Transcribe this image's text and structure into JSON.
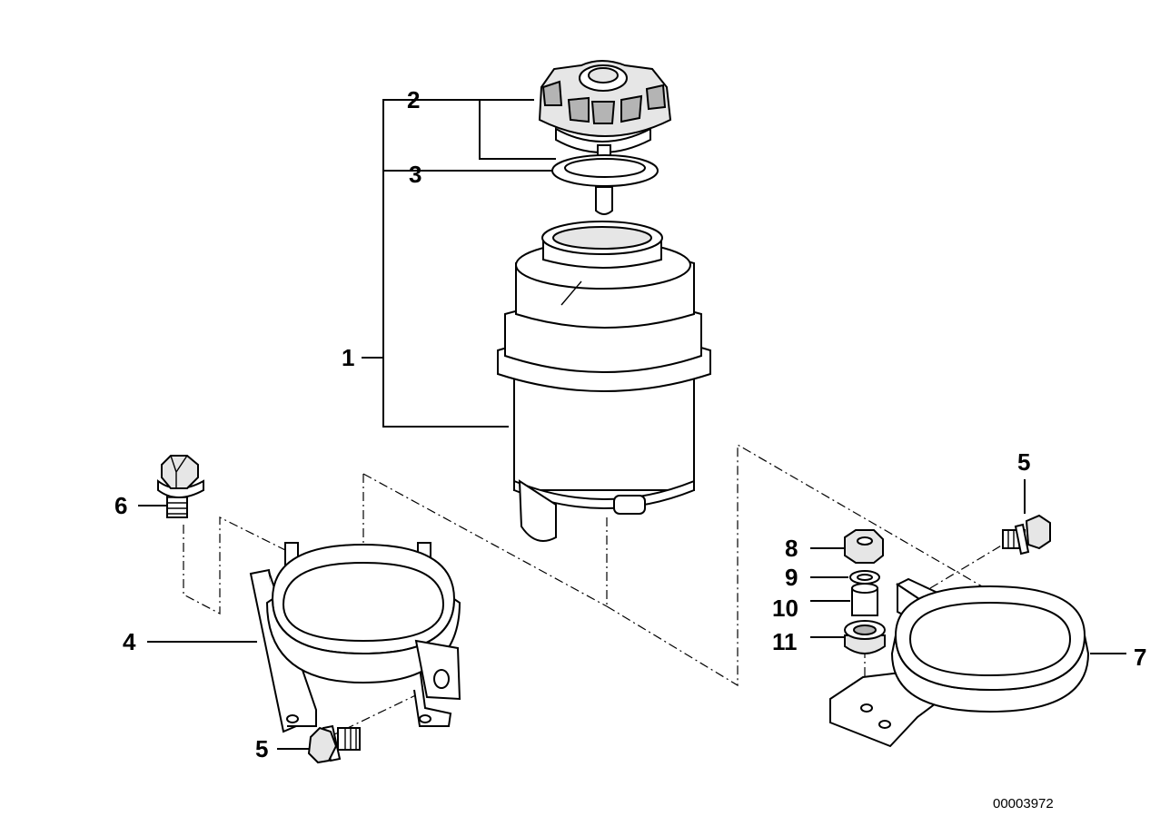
{
  "callouts": [
    {
      "id": "1",
      "label": "1"
    },
    {
      "id": "2",
      "label": "2"
    },
    {
      "id": "3",
      "label": "3"
    },
    {
      "id": "4",
      "label": "4"
    },
    {
      "id": "5a",
      "label": "5"
    },
    {
      "id": "5b",
      "label": "5"
    },
    {
      "id": "6",
      "label": "6"
    },
    {
      "id": "7",
      "label": "7"
    },
    {
      "id": "8",
      "label": "8"
    },
    {
      "id": "9",
      "label": "9"
    },
    {
      "id": "10",
      "label": "10"
    },
    {
      "id": "11",
      "label": "11"
    }
  ],
  "reference_number": "00003972"
}
